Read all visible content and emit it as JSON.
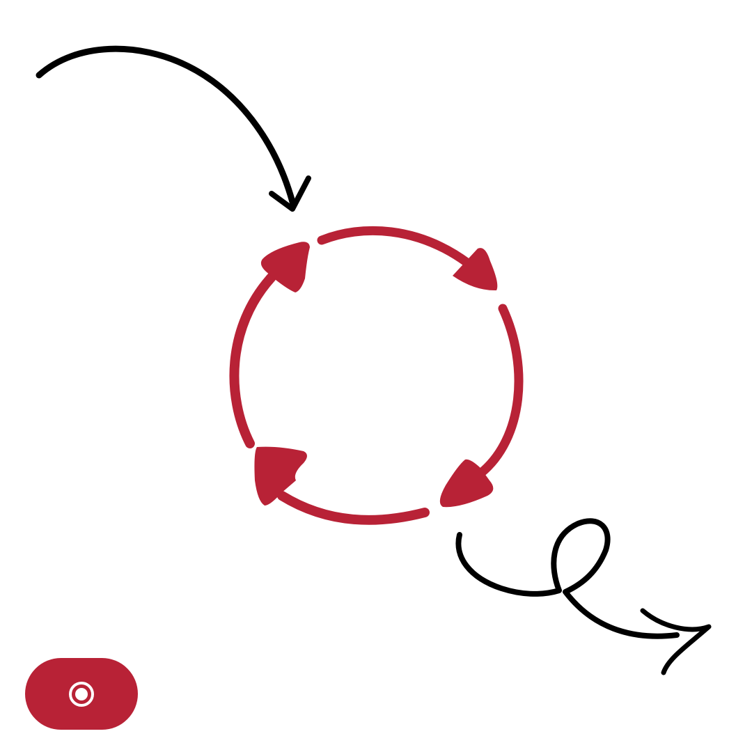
{
  "colors": {
    "background": "#ffffff",
    "cycle_accent": "#b82236",
    "ink": "#000000",
    "button_accent": "#b82236",
    "button_icon": "#ffffff"
  },
  "diagram": {
    "type": "cycle",
    "segment_count": 4,
    "direction": "clockwise",
    "incoming_arrow": "curved-arrow-into-cycle",
    "outgoing_arrow": "looped-arrow-out-of-cycle"
  },
  "button": {
    "icon": "record-circle-icon"
  }
}
